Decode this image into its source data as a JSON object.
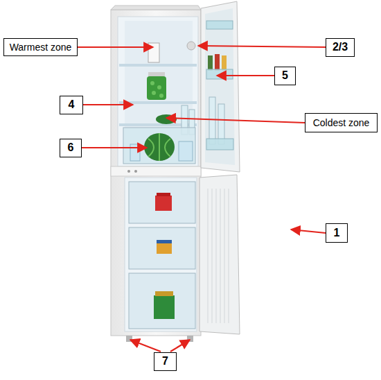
{
  "diagram": {
    "nodes": [
      {
        "text": [
          "Warmest zone"
        ]
      },
      {
        "text": [
          "2/3"
        ]
      },
      {
        "text": [
          "5"
        ]
      },
      {
        "text": [
          "4"
        ]
      },
      {
        "text": [
          "Coldest zone"
        ]
      },
      {
        "text": [
          "6"
        ]
      },
      {
        "text": [
          "1"
        ]
      },
      {
        "text": [
          "7"
        ]
      }
    ]
  }
}
